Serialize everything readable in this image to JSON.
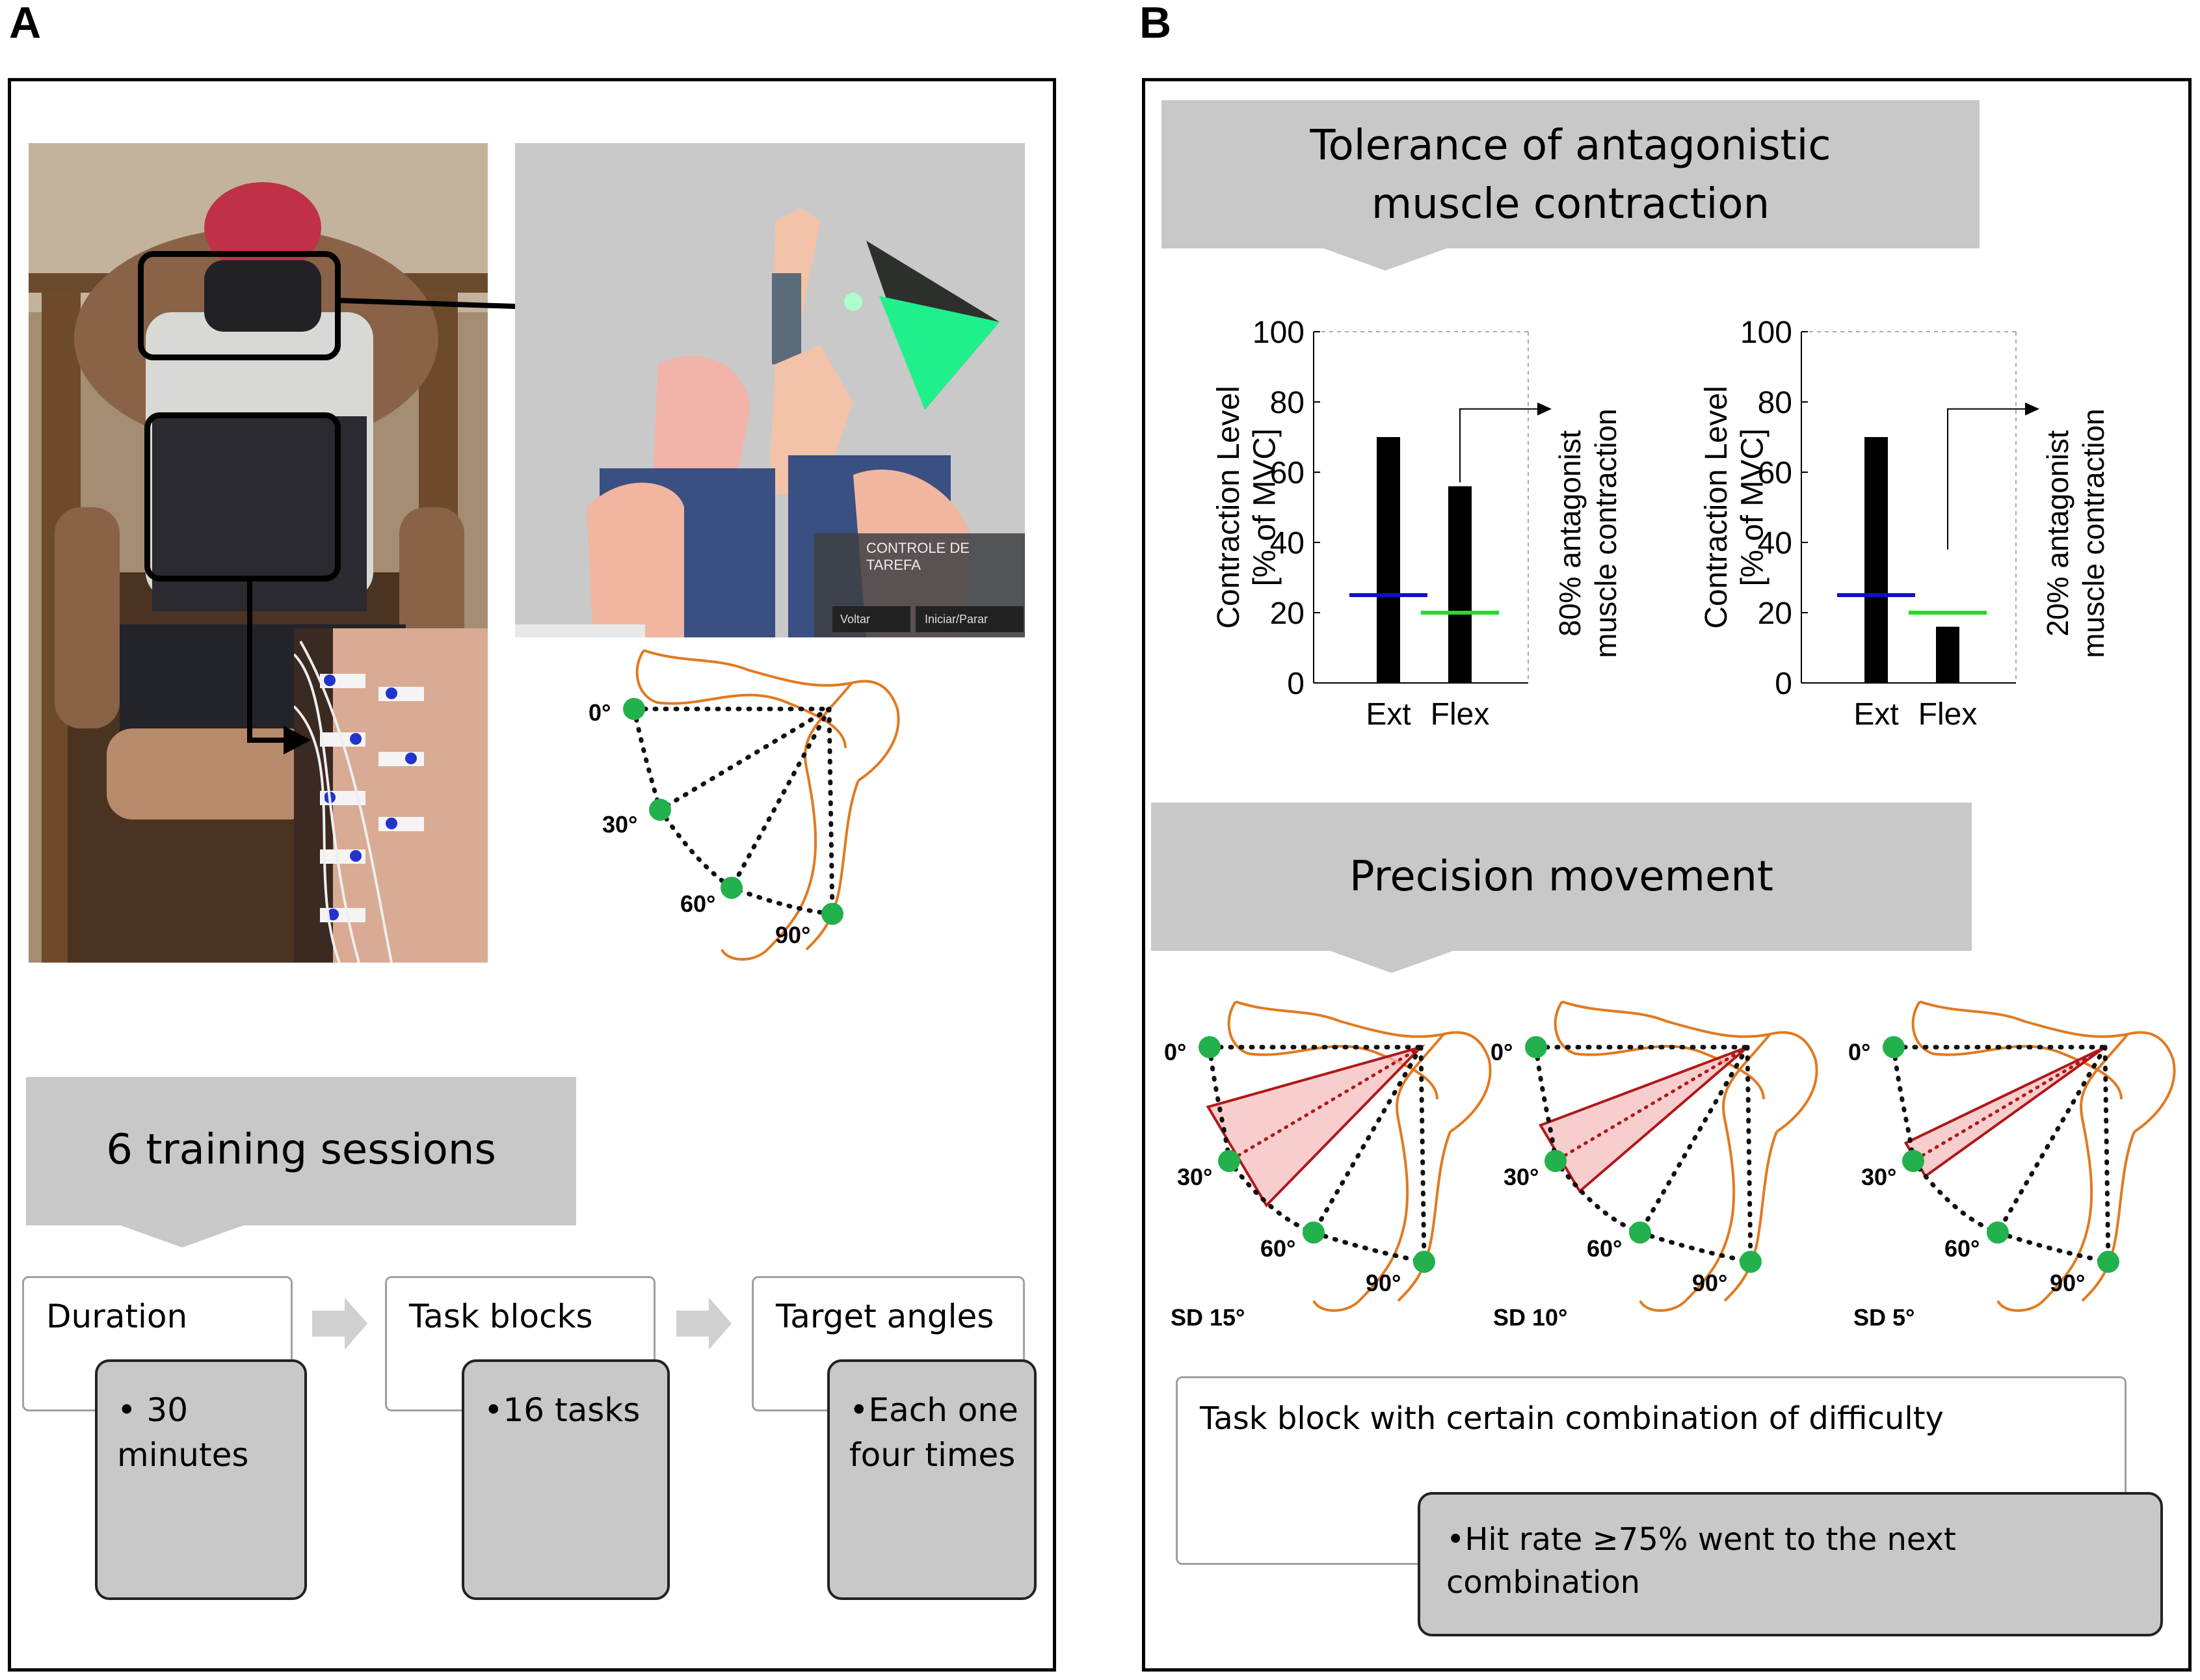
{
  "panel_a": {
    "letter": "A",
    "vr_overlay": {
      "panel_title": "CONTROLE DE TAREFA",
      "button_back": "Voltar",
      "button_start": "Iniciar/Parar"
    },
    "angles": [
      "0°",
      "30°",
      "60°",
      "90°"
    ],
    "sessions_banner": "6 training sessions",
    "steps": [
      {
        "title": "Duration",
        "detail": "• 30 minutes"
      },
      {
        "title": "Task blocks",
        "detail": "•16 tasks"
      },
      {
        "title": "Target angles",
        "detail": "•Each one four times"
      }
    ]
  },
  "panel_b": {
    "letter": "B",
    "tolerance_banner": "Tolerance of antagonistic muscle contraction",
    "precision_banner": "Precision movement",
    "precision_diagrams": [
      {
        "label": "SD 15°"
      },
      {
        "label": "SD 10°"
      },
      {
        "label": "SD 5°"
      }
    ],
    "angles": [
      "0°",
      "30°",
      "60°",
      "90°"
    ],
    "task_block_title": "Task block with certain combination of difficulty",
    "task_block_detail": "•Hit rate ≥75% went to the next combination"
  },
  "chart_data": [
    {
      "type": "bar",
      "categories": [
        "Ext",
        "Flex"
      ],
      "values": [
        70,
        56
      ],
      "thresholds": [
        25,
        20
      ],
      "threshold_colors": [
        "#1010c8",
        "#22dd22"
      ],
      "bar_color": "#000000",
      "ylabel": "Contraction Level [% of MVC]",
      "annotation": "80% antagonist muscle contraction",
      "ylim": [
        0,
        100
      ],
      "yticks": [
        0,
        20,
        40,
        60,
        80,
        100
      ]
    },
    {
      "type": "bar",
      "categories": [
        "Ext",
        "Flex"
      ],
      "values": [
        70,
        16
      ],
      "thresholds": [
        25,
        20
      ],
      "threshold_colors": [
        "#1010c8",
        "#22dd22"
      ],
      "bar_color": "#000000",
      "ylabel": "Contraction Level [% of MVC]",
      "annotation": "20% antagonist muscle contraction",
      "ylim": [
        0,
        100
      ],
      "yticks": [
        0,
        20,
        40,
        60,
        80,
        100
      ]
    }
  ]
}
